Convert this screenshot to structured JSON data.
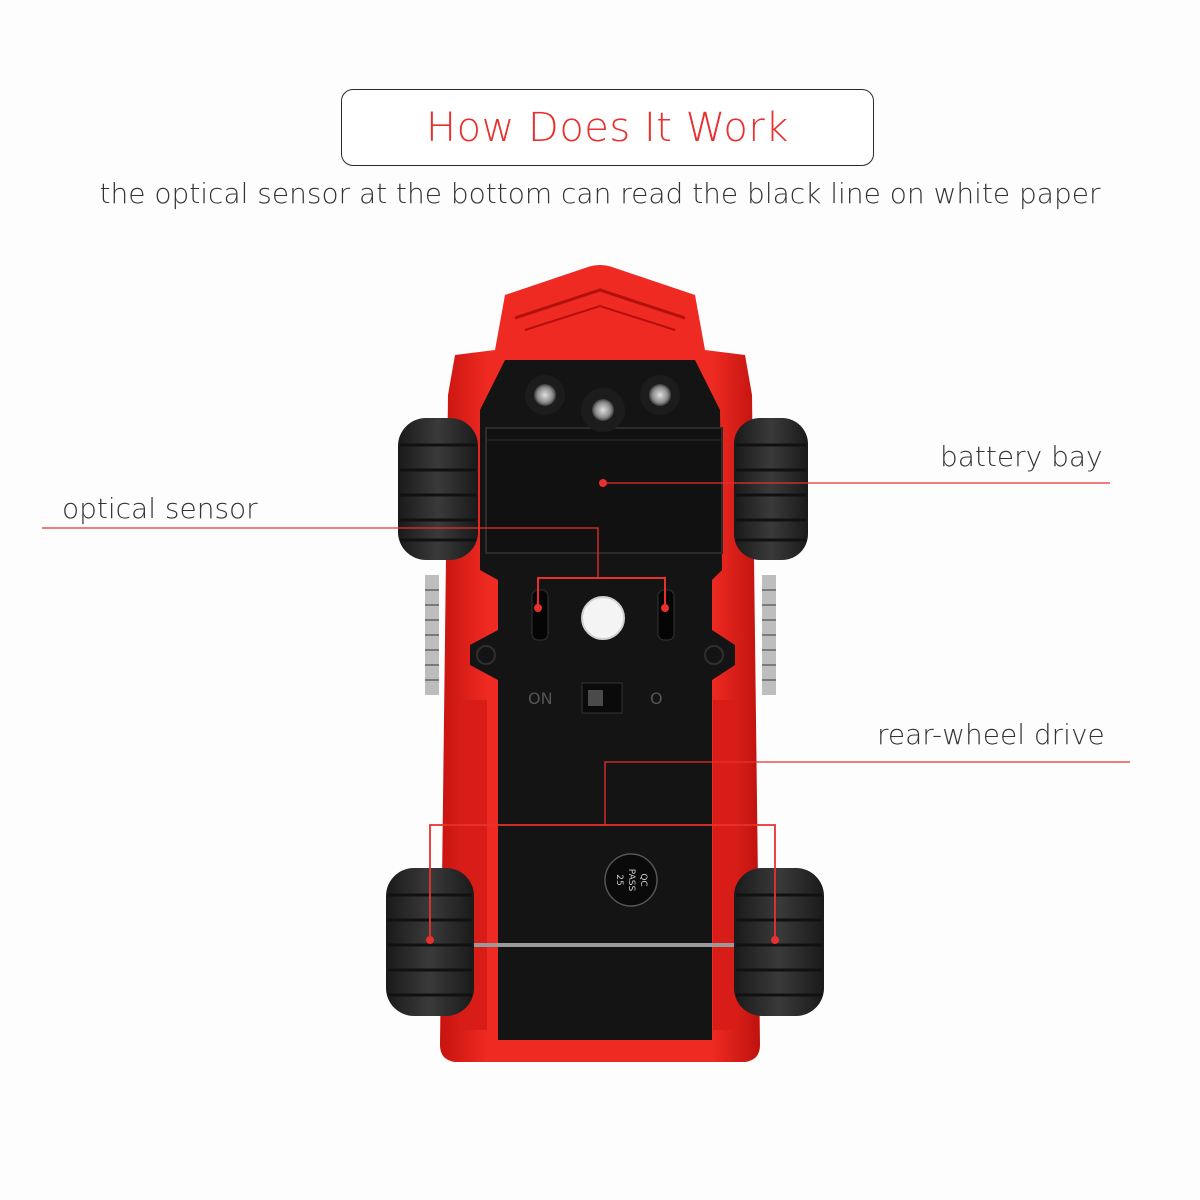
{
  "header": {
    "title": "How Does It Work",
    "subtitle": "the optical sensor at the bottom can read the black line on white paper"
  },
  "callouts": {
    "battery": "battery bay",
    "sensor": "optical sensor",
    "drive": "rear-wheel drive"
  },
  "toy": {
    "switch_on": "ON",
    "switch_off": "O",
    "sticker_line1": "QC",
    "sticker_line2": "PASS",
    "sticker_line3": "25"
  },
  "colors": {
    "accent": "#e8312f",
    "body_red": "#e8241f",
    "chassis_black": "#141414",
    "tire": "#2b2b2b"
  }
}
